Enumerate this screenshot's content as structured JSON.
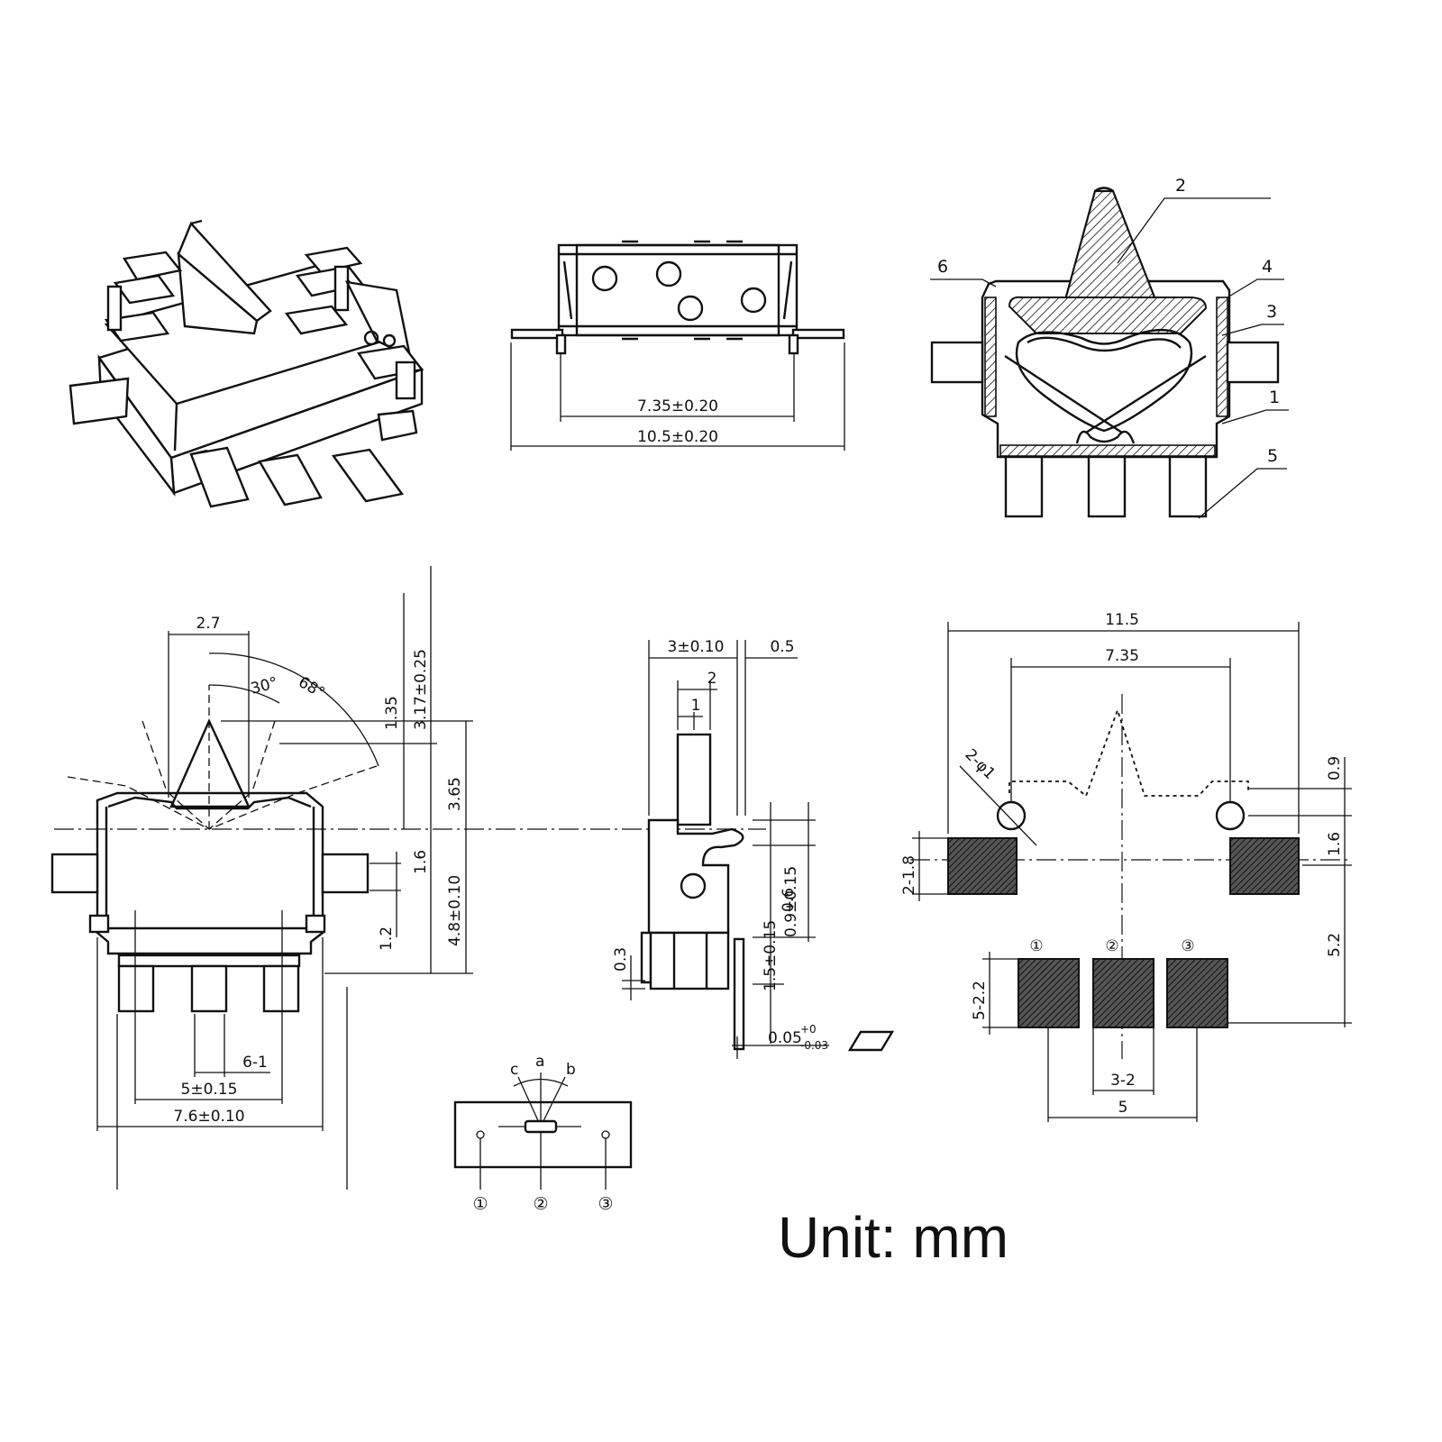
{
  "front_view": {
    "dim_width_inner": "7.35±0.20",
    "dim_width_outer": "10.5±0.20"
  },
  "section_view": {
    "callouts": [
      "2",
      "6",
      "4",
      "3",
      "1",
      "5"
    ]
  },
  "side_view": {
    "dim_2_7": "2.7",
    "angle_30": "30°",
    "angle_68": "68°",
    "dim_1_35": "1.35",
    "dim_3_17": "3.17±0.25",
    "dim_3_65": "3.65",
    "dim_1_6": "1.6",
    "dim_1_2": "1.2",
    "dim_4_8": "4.8±0.10",
    "dim_6_1": "6-1",
    "dim_5": "5±0.15",
    "dim_7_6": "7.6±0.10"
  },
  "end_view": {
    "dim_3": "3±0.10",
    "dim_0_5": "0.5",
    "dim_2": "2",
    "dim_1": "1",
    "dim_0_6": "0.6",
    "dim_0_9": "0.9±0.15",
    "dim_1_5": "1.5±0.15",
    "dim_0_3": "0.3",
    "dim_0_05": "0.05",
    "dim_0_05_tol_upper": "+0",
    "dim_0_05_tol_lower": "-0.03"
  },
  "circuit": {
    "positions": [
      "c",
      "a",
      "b"
    ],
    "terminals": [
      "①",
      "②",
      "③"
    ]
  },
  "pcb_layout": {
    "dim_11_5": "11.5",
    "dim_7_35": "7.35",
    "dim_0_9": "0.9",
    "dim_1_6": "1.6",
    "dim_5_2": "5.2",
    "dim_2_1_8": "2-1.8",
    "dim_2_phi1": "2-φ1",
    "dim_5_2_2": "5-2.2",
    "dim_3_2": "3-2",
    "dim_5": "5",
    "pads": [
      "①",
      "②",
      "③"
    ]
  },
  "unit_label": "Unit: mm"
}
